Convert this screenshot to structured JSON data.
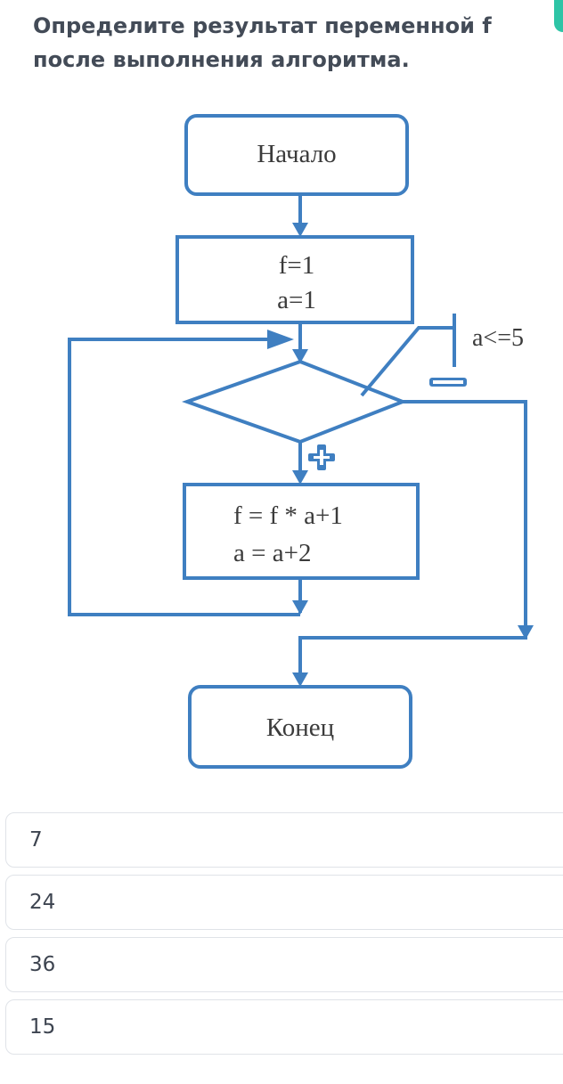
{
  "question": "Определите результат переменной f после выполнения алгоритма.",
  "flowchart": {
    "start_label": "Начало",
    "init_line_1": "f=1",
    "init_line_2": "a=1",
    "condition": "a<=5",
    "yes_mark": "+",
    "no_mark": "−",
    "body_line_1": "f = f * a+1",
    "body_line_2": "a = a+2",
    "end_label": "Конец",
    "line_color": "#3f7fc1"
  },
  "answers": [
    "7",
    "24",
    "36",
    "15"
  ],
  "accent_color": "#2ec4a6"
}
